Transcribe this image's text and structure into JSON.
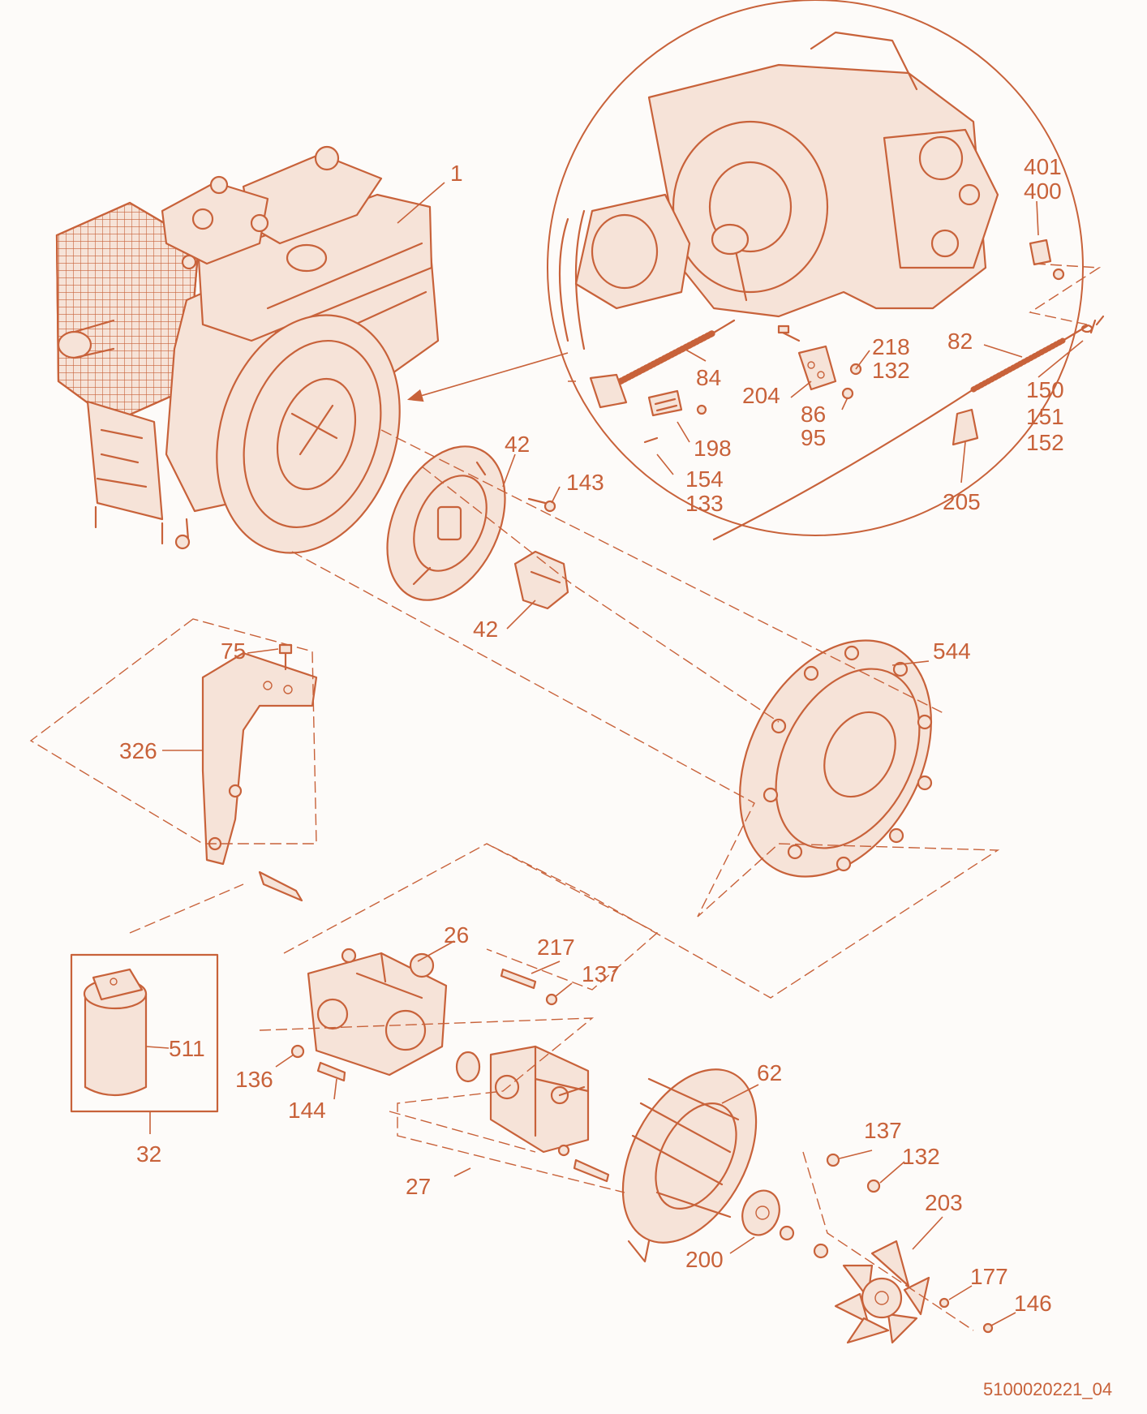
{
  "colors": {
    "line": "#c8623a",
    "fill": "#f6e3d8",
    "background": "#fdfbf9"
  },
  "labels": [
    {
      "id": "1",
      "text": "1"
    },
    {
      "id": "401",
      "text": "401"
    },
    {
      "id": "400",
      "text": "400"
    },
    {
      "id": "218",
      "text": "218"
    },
    {
      "id": "132a",
      "text": "132"
    },
    {
      "id": "82",
      "text": "82"
    },
    {
      "id": "84",
      "text": "84"
    },
    {
      "id": "204",
      "text": "204"
    },
    {
      "id": "86",
      "text": "86"
    },
    {
      "id": "95",
      "text": "95"
    },
    {
      "id": "150",
      "text": "150"
    },
    {
      "id": "151",
      "text": "151"
    },
    {
      "id": "152",
      "text": "152"
    },
    {
      "id": "198",
      "text": "198"
    },
    {
      "id": "154",
      "text": "154"
    },
    {
      "id": "133",
      "text": "133"
    },
    {
      "id": "205",
      "text": "205"
    },
    {
      "id": "42a",
      "text": "42"
    },
    {
      "id": "143",
      "text": "143"
    },
    {
      "id": "42b",
      "text": "42"
    },
    {
      "id": "75",
      "text": "75"
    },
    {
      "id": "544",
      "text": "544"
    },
    {
      "id": "326",
      "text": "326"
    },
    {
      "id": "26",
      "text": "26"
    },
    {
      "id": "217",
      "text": "217"
    },
    {
      "id": "137a",
      "text": "137"
    },
    {
      "id": "511",
      "text": "511"
    },
    {
      "id": "136",
      "text": "136"
    },
    {
      "id": "144",
      "text": "144"
    },
    {
      "id": "32",
      "text": "32"
    },
    {
      "id": "62",
      "text": "62"
    },
    {
      "id": "27",
      "text": "27"
    },
    {
      "id": "137b",
      "text": "137"
    },
    {
      "id": "132b",
      "text": "132"
    },
    {
      "id": "203",
      "text": "203"
    },
    {
      "id": "200",
      "text": "200"
    },
    {
      "id": "177",
      "text": "177"
    },
    {
      "id": "146",
      "text": "146"
    }
  ],
  "document_id": "5100020221_04"
}
